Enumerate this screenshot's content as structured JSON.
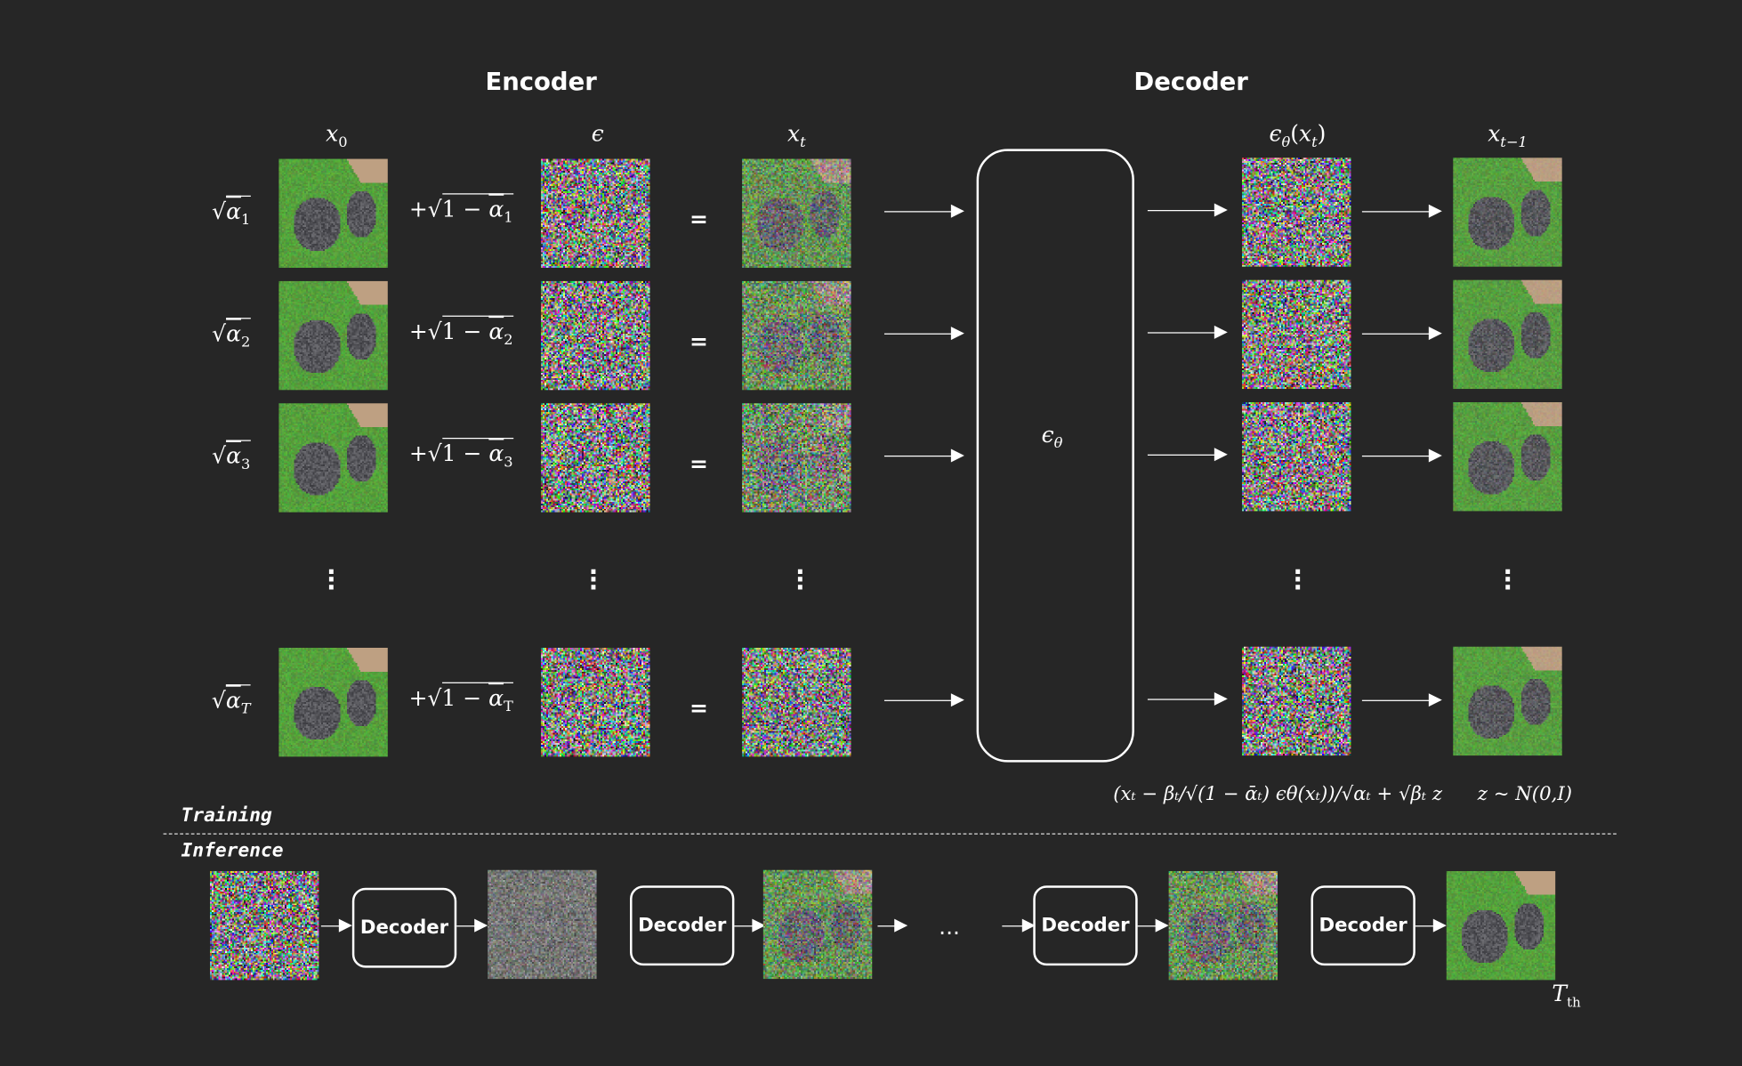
{
  "headers": {
    "encoder": "Encoder",
    "decoder": "Decoder"
  },
  "columns": {
    "x0": {
      "base": "x",
      "sub": "0"
    },
    "eps": {
      "base": "ϵ"
    },
    "xt": {
      "base": "x",
      "sub": "t"
    },
    "eps_theta_xt": {
      "base": "ϵ",
      "sub": "θ",
      "arg_base": "x",
      "arg_sub": "t"
    },
    "xt_minus_1": {
      "base": "x",
      "sub": "t−1"
    }
  },
  "rows": [
    {
      "sub": "1",
      "noise_level": 0.4
    },
    {
      "sub": "2",
      "noise_level": 0.55
    },
    {
      "sub": "3",
      "noise_level": 0.68
    },
    {
      "sub": "T",
      "noise_level": 0.92
    }
  ],
  "symbols": {
    "sqrt": "√",
    "alpha": "α",
    "plus": "+",
    "one_minus": "1 − ",
    "equals": "=",
    "ellipsis": "⋯"
  },
  "model_box": {
    "base": "ϵ",
    "sub": "θ"
  },
  "sampling_formula": "(xₜ − βₜ/√(1 − ᾱₜ) ϵθ(xₜ))/√αₜ + √βₜ z",
  "noise_dist": "z ~ N(0,I)",
  "labels": {
    "training": "Training",
    "inference": "Inference"
  },
  "inference": {
    "decoder_label": "Decoder",
    "ellipsis": "...",
    "images_noise": [
      1.0,
      0.9,
      0.45,
      0.5,
      0.0
    ],
    "final_label": {
      "base": "T",
      "sub": "th"
    }
  },
  "colors": {
    "background": "#262626",
    "foreground": "#ffffff"
  }
}
